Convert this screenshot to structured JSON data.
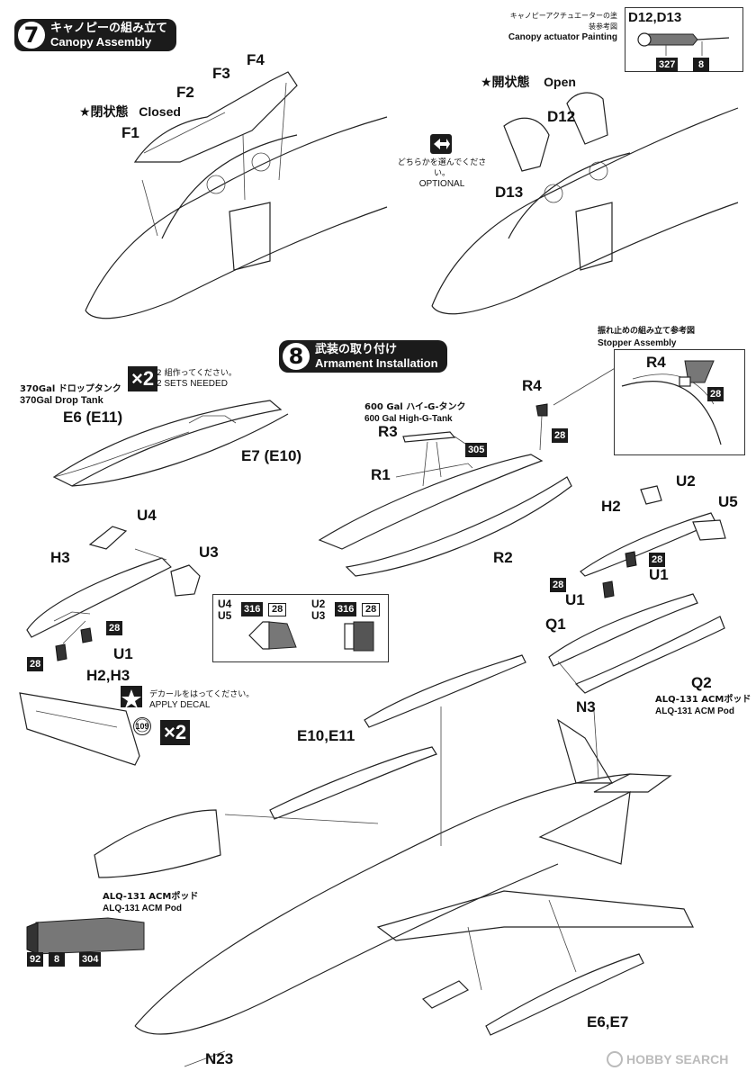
{
  "step7": {
    "number": "7",
    "title_jp": "キャノピーの組み立て",
    "title_en": "Canopy Assembly"
  },
  "canopy_closed": {
    "label_jp": "★閉状態",
    "label_en": "Closed",
    "parts": [
      "F1",
      "F2",
      "F3",
      "F4"
    ]
  },
  "canopy_open": {
    "label_jp": "★開状態",
    "label_en": "Open",
    "parts": [
      "D12",
      "D13"
    ]
  },
  "optional": {
    "jp": "どちらかを選んでください。",
    "en": "OPTIONAL"
  },
  "actuator": {
    "title_jp": "キャノピーアクチュエーターの塗装参考図",
    "title_en": "Canopy actuator Painting",
    "parts": "D12,D13",
    "paints": [
      "327",
      "8"
    ]
  },
  "step8": {
    "number": "8",
    "title_jp": "武装の取り付け",
    "title_en": "Armament Installation"
  },
  "drop_tank": {
    "title_jp": "370Gal ドロップタンク",
    "title_en": "370Gal Drop Tank",
    "multiplier": "×2",
    "sets_jp": "2 組作ってください。",
    "sets_en": "2 SETS NEEDED",
    "part_left": "E6 (E11)",
    "part_right": "E7 (E10)"
  },
  "hig_tank": {
    "title_jp": "600 Gal ハイ-G-タンク",
    "title_en": "600 Gal High-G-Tank",
    "parts": {
      "r1": "R1",
      "r2": "R2",
      "r3": "R3",
      "r4": "R4"
    },
    "paint_r3": "305",
    "paint_r4": "28"
  },
  "stopper": {
    "title_jp": "振れ止めの組み立て参考図",
    "title_en": "Stopper Assembly",
    "part": "R4",
    "paint": "28"
  },
  "pod_left": {
    "parts": {
      "u4": "U4",
      "h3": "H3",
      "u3": "U3",
      "u1": "U1"
    },
    "paints": [
      "28",
      "28"
    ]
  },
  "pod_right": {
    "parts": {
      "u2": "U2",
      "h2": "H2",
      "u5": "U5",
      "u1a": "U1",
      "u1b": "U1",
      "q1": "Q1",
      "q2": "Q2"
    },
    "paints": [
      "28",
      "28"
    ]
  },
  "color_ref": {
    "left_parts": "U4\nU5",
    "left_paints": [
      "316",
      "28"
    ],
    "right_parts": "U2\nU3",
    "right_paints": [
      "316",
      "28"
    ]
  },
  "decal": {
    "parts": "H2,H3",
    "jp": "デカールをはってください。",
    "en": "APPLY DECAL",
    "decal_no": "109",
    "multiplier": "×2"
  },
  "acm_pod_right": {
    "jp": "ALQ-131 ACMポッド",
    "en": "ALQ-131 ACM Pod"
  },
  "acm_pod_left": {
    "jp": "ALQ-131 ACMポッド",
    "en": "ALQ-131 ACM Pod",
    "paints": [
      "92",
      "8",
      "304"
    ]
  },
  "main_assembly": {
    "tanks_upper": "E10,E11",
    "tanks_lower": "E6,E7",
    "antenna": "N3",
    "probe": "N23"
  },
  "watermark": "HOBBY SEARCH",
  "colors": {
    "badge": "#1b1b1b",
    "paint_grey": "#777777"
  }
}
